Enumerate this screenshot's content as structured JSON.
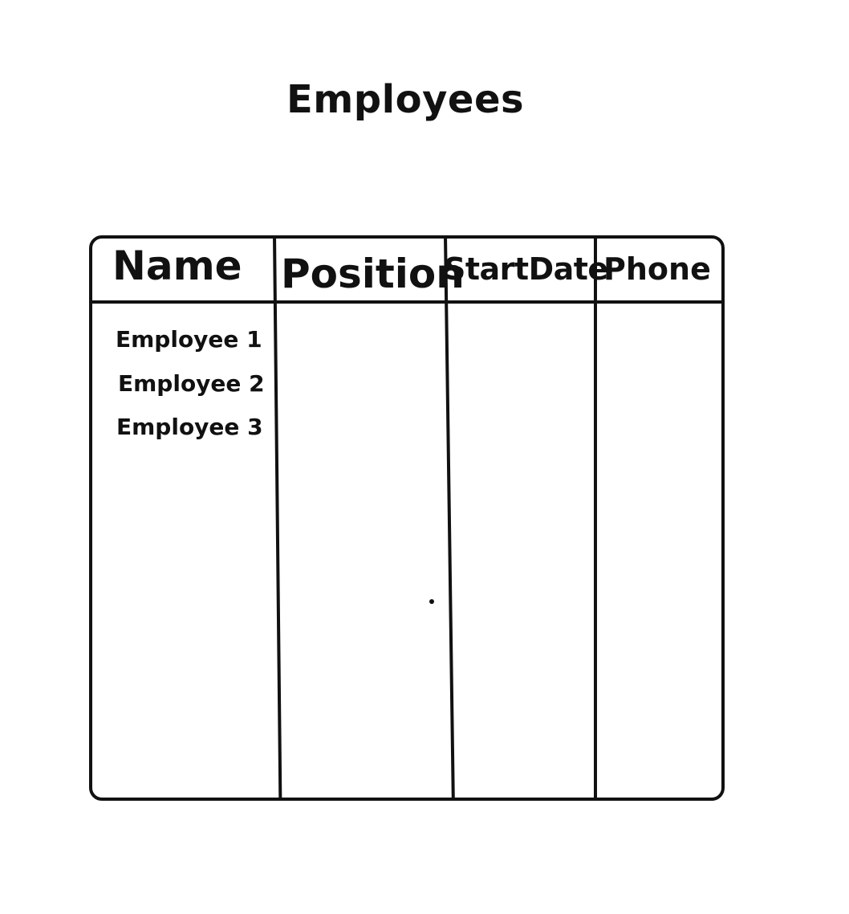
{
  "page": {
    "title": "Employees"
  },
  "table": {
    "columns": [
      "Name",
      "Position",
      "StartDate",
      "Phone"
    ],
    "rows": [
      {
        "name": "Employee 1",
        "position": "",
        "start_date": "",
        "phone": ""
      },
      {
        "name": "Employee 2",
        "position": "",
        "start_date": "",
        "phone": ""
      },
      {
        "name": "Employee 3",
        "position": "",
        "start_date": "",
        "phone": ""
      }
    ]
  },
  "colors": {
    "ink": "#111111",
    "background": "#ffffff"
  }
}
